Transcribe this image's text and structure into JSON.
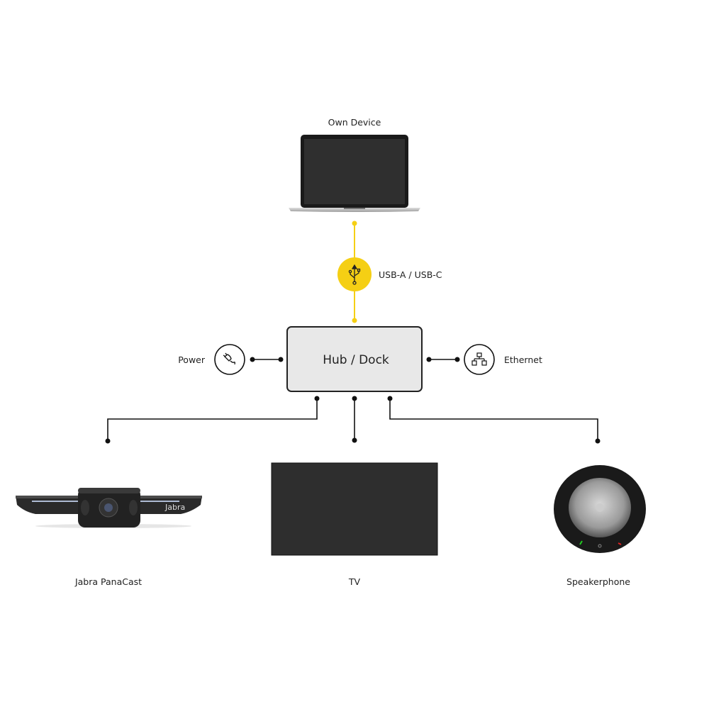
{
  "colors": {
    "accent": "#f5cf14",
    "line": "#111111",
    "hub_fill": "#e8e8e8",
    "device_dark": "#2e2e2e"
  },
  "own_device": {
    "label": "Own Device",
    "icon": "laptop"
  },
  "usb": {
    "label": "USB-A / USB-C",
    "icon": "usb-icon"
  },
  "hub": {
    "label": "Hub / Dock"
  },
  "power": {
    "label": "Power",
    "icon": "power-plug-icon"
  },
  "ethernet": {
    "label": "Ethernet",
    "icon": "network-icon"
  },
  "devices": [
    {
      "label": "Jabra PanaCast",
      "brand": "Jabra"
    },
    {
      "label": "TV"
    },
    {
      "label": "Speakerphone"
    }
  ]
}
